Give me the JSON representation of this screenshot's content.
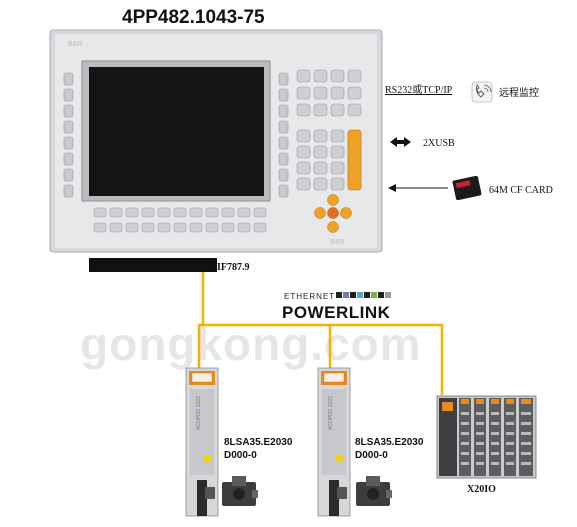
{
  "title": "4PP482.1043-75",
  "panel": {
    "brand": "B&R",
    "label_below": "3IF787.9"
  },
  "right_labels": {
    "rs232": "RS232或TCP/IP",
    "remote": "远程监控",
    "usb": "2XUSB",
    "cf": "64M CF CARD"
  },
  "network": {
    "ethernet": "ETHERNET",
    "powerlink": "POWERLINK"
  },
  "watermark": "gongkong.com",
  "drives": [
    {
      "line1": "8LSA35.E2030",
      "line2": "D000-0"
    },
    {
      "line1": "8LSA35.E2030",
      "line2": "D000-0"
    }
  ],
  "io": {
    "label": "X20IO"
  },
  "colors": {
    "cable": "#f2b200",
    "panel": "#e5e6e8",
    "screen": "#141414",
    "drive_orange": "#e98a1f"
  }
}
